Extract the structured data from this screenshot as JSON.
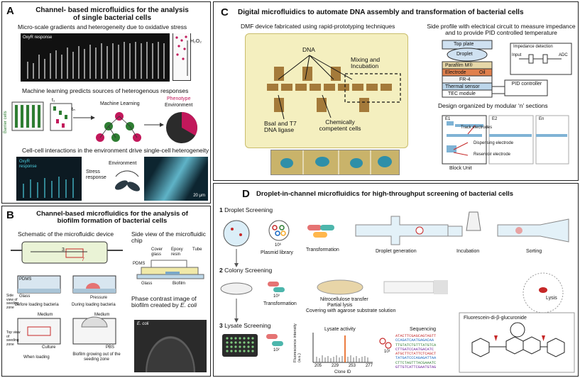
{
  "panel_a": {
    "letter": "A",
    "title_line1": "Channel- based microfluidics for the analysis",
    "title_line2": "of single bacterial cells",
    "sub1": "Micro-scale gradients and heterogeneity due to oxidative stress",
    "oxyr_label": "OxyR response",
    "h2o2": "H₂O₂",
    "sub2": "Machine learning predicts sources of heterogenous responses",
    "barrier_cells": "Barrier cells",
    "t1": "t₁",
    "tn": "tₙ",
    "ml": "Machine Learning",
    "phenotype": "Phenotype",
    "environment": "Environment",
    "sub3": "Cell-cell interactions in the environment drive single-cell heterogeneity",
    "oxyr_response": "OxyR response",
    "stress_response": "Stress response",
    "environment2": "Environment",
    "scale": "20 μm"
  },
  "panel_b": {
    "letter": "B",
    "title_line1": "Channel-based microfluidics for the analysis of",
    "title_line2": "biofilm formation of bacterial cells",
    "schematic": "Schematic of the microfluidic device",
    "side_view_title": "Side view of the microfluidic chip",
    "cover_glass": "Cover glass",
    "epoxy": "Epoxy resin",
    "tube": "Tube",
    "pdms": "PDMS",
    "glass": "Glass",
    "biofilm": "Biofilm",
    "pdms2": "PDMS",
    "glass2": "Glass",
    "before": "Before loading bacteria",
    "during": "During loading bacteria",
    "pressure": "Pressure",
    "side_view_seed": "Side view of seeding zone",
    "top_view_seed": "Top view of seeding zone",
    "medium": "Medium",
    "medium2": "Medium",
    "culture": "Culture",
    "pbs": "PBS",
    "when_loading": "When loading",
    "biofilm_growing": "Biofilm growing out of the seeding zone",
    "phase_title": "Phase contrast image of biofilm created by",
    "ecoli": "E. coli",
    "ecoli_label": "E. coli",
    "num3": "3",
    "num7": "7"
  },
  "panel_c": {
    "letter": "C",
    "title": "Digital microfluidics to automate DNA assembly and transformation of bacterial cells",
    "dmf": "DMF device fabricated using rapid-prototyping techniques",
    "dna": "DNA",
    "mixing": "Mixing and Incubation",
    "bsai": "BsaI and T7 DNA ligase",
    "competent": "Chemically competent cells",
    "side_profile": "Side profile with electrical circuit to measure impedance and to provide PID controlled temperature",
    "top_plate": "Top plate",
    "droplet": "Droplet",
    "parafilm": "Parafilm M®",
    "electrode": "Electrode",
    "oil": "Oil",
    "fr4": "FR-4",
    "thermal": "Thermal sensor",
    "tec": "TEC module",
    "pid": "PID controller",
    "impedance": "Impedance detection",
    "input": "Input",
    "adc": "ADC",
    "design": "Design organized by modular ‘n’ sections",
    "e1": "E1",
    "e2": "E2",
    "en": "En",
    "track": "Track electrodes",
    "dispensing": "Dispensing electrode",
    "reservoir": "Reservoir electrode",
    "block": "Block Unit"
  },
  "panel_d": {
    "letter": "D",
    "title": "Droplet-in-channel microfluidics for high-throughput screening of bacterial cells",
    "s1": "1",
    "s1_label": "Droplet Screening",
    "plasmid": "Plasmid library",
    "n6": "10⁶",
    "transformation": "Transformation",
    "droplet_gen": "Droplet generation",
    "incubation": "Incubation",
    "sorting": "Sorting",
    "s2": "2",
    "s2_label": "Colony Screening",
    "n3": "10³",
    "transformation2": "Transformation",
    "nitro": "Nitrocellulose transfer",
    "partial": "Partial lysis",
    "covering": "Covering with agarose substrate solution",
    "lysis": "Lysis",
    "s3": "3",
    "s3_label": "Lysate Screening",
    "n2": "10²",
    "lysate_activity": "Lysate activity",
    "ylabel": "Fluorescence intensity (a.u.)",
    "xlabel": "Clone ID",
    "ticks": [
      "205",
      "229",
      "253",
      "277"
    ],
    "n1": "10¹",
    "sequencing": "Sequencing",
    "seq": [
      "ATACTTCGAGCAGTAGTT",
      "CCAGATCAATGAGACAA",
      "TTGTATCTGTTTATGTCA",
      "CTTGATCCAATGACATC",
      "ATGCTTCTATTCTCAGCT",
      "TATGATCCCAGAGATTAA",
      "CTTCTAGTTTACGAAATC",
      "GTTGTCATTCGAATGTAG"
    ],
    "substrate": "Fluorescein-di-β-glucuronide"
  }
}
